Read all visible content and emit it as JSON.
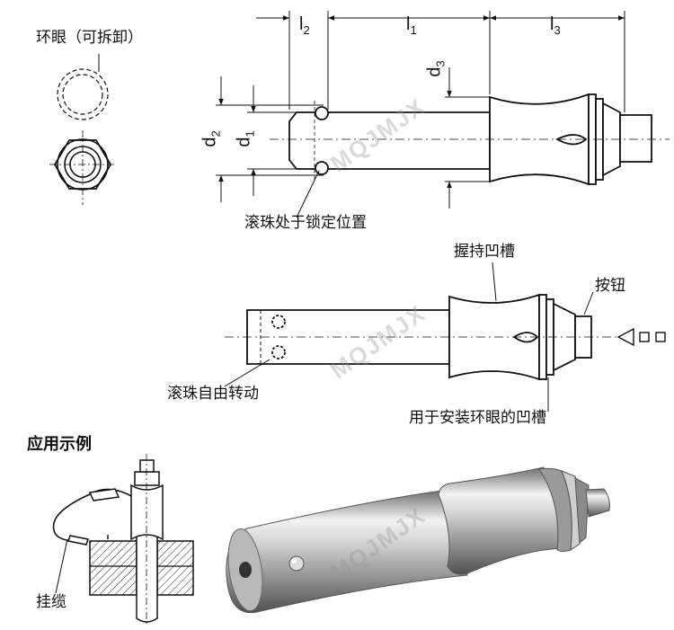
{
  "labels": {
    "ring_removable": "环眼（可拆卸）",
    "balls_locked": "滚珠处于锁定位置",
    "grip_groove": "握持凹槽",
    "button": "按钮",
    "balls_free": "滚珠自由转动",
    "ring_groove": "用于安装环眼的凹槽",
    "application_title": "应用示例",
    "cable": "挂缆"
  },
  "dims": {
    "l2": {
      "base": "l",
      "sub": "2"
    },
    "l1": {
      "base": "l",
      "sub": "1"
    },
    "l3": {
      "base": "l",
      "sub": "3"
    },
    "d2": {
      "base": "d",
      "sub": "2"
    },
    "d1": {
      "base": "d",
      "sub": "1"
    },
    "d3": {
      "base": "d",
      "sub": "3"
    }
  },
  "watermark": "MQJMJX",
  "colors": {
    "line": "#111111",
    "metal_light": "#e8e8e8",
    "metal_dark": "#7a7a7a",
    "hatch": "#333333"
  }
}
